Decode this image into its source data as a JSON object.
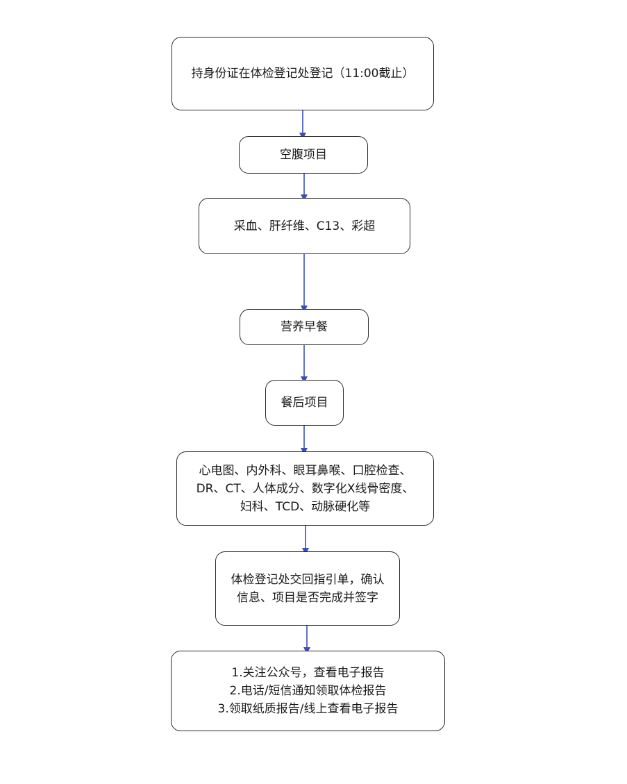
{
  "flowchart": {
    "steps": [
      {
        "lines": [
          "持身份证在体检登记处登记（11:00截止）"
        ]
      },
      {
        "lines": [
          "空腹项目"
        ]
      },
      {
        "lines": [
          "采血、肝纤维、C13、彩超"
        ]
      },
      {
        "lines": [
          "营养早餐"
        ]
      },
      {
        "lines": [
          "餐后项目"
        ]
      },
      {
        "lines": [
          "心电图、内外科、眼耳鼻喉、口腔检查、",
          "DR、CT、人体成分、数字化X线骨密度、",
          "妇科、TCD、动脉硬化等"
        ]
      },
      {
        "lines": [
          "体检登记处交回指引单，确认",
          "信息、项目是否完成并签字"
        ]
      },
      {
        "lines": [
          "1.关注公众号，查看电子报告",
          "2.电话/短信通知领取体检报告",
          "3.领取纸质报告/线上查看电子报告"
        ]
      }
    ],
    "connector_color": "#3a4fb5"
  }
}
